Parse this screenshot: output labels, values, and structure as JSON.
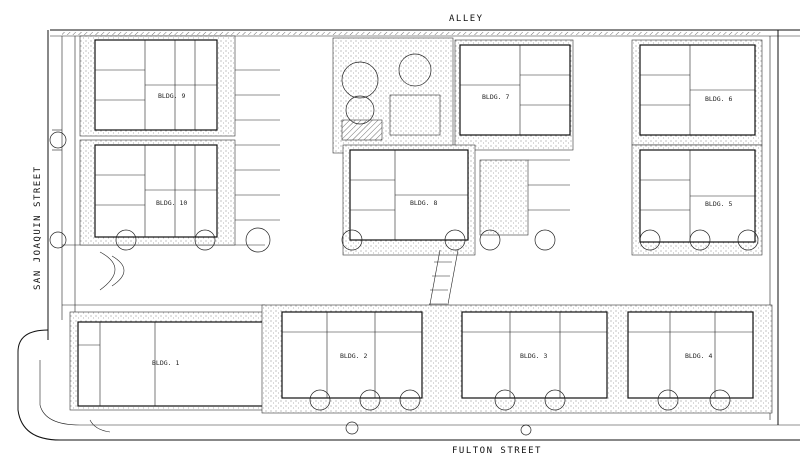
{
  "streets": {
    "top": "ALLEY",
    "left": "SAN JOAQUIN STREET",
    "bottom": "FULTON STREET"
  },
  "buildings": {
    "bldg1": "BLDG. 1",
    "bldg2": "BLDG. 2",
    "bldg3": "BLDG. 3",
    "bldg4": "BLDG. 4",
    "bldg5": "BLDG. 5",
    "bldg6": "BLDG. 6",
    "bldg7": "BLDG. 7",
    "bldg8": "BLDG. 8",
    "bldg9": "BLDG. 9",
    "bldg10": "BLDG. 10"
  }
}
